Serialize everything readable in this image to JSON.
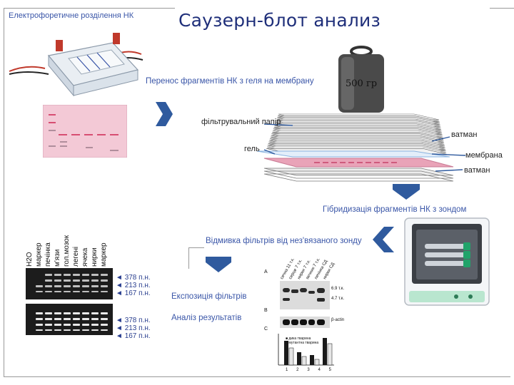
{
  "title": "Саузерн-блот анализ",
  "steps": {
    "electrophoresis": "Електрофоретичне розділення НК",
    "transfer": "Перенос фрагментів НК з геля на мембрану",
    "hybridization": "Гібридизація фрагментів НК з зондом",
    "wash": "Відмивка фільтрів від нез'вязаного зонду",
    "exposure": "Експозиція фільтрів",
    "analysis": "Аналіз результатів"
  },
  "blot_stack": {
    "weight": "500 гр",
    "filter_paper": "фільтрувальний папір",
    "whatman_top": "ватман",
    "membrane": "мембрана",
    "gel": "гель",
    "whatman_bottom": "ватман"
  },
  "gel_lanes": [
    "H2O",
    "маркер",
    "печінка",
    "м'язи",
    "гол.мозок",
    "легені",
    "ячека",
    "нирки",
    "маркер"
  ],
  "band_sizes_top": [
    "378 п.н.",
    "213 п.н.",
    "167 п.н."
  ],
  "band_sizes_bottom": [
    "378 п.н.",
    "213 п.н.",
    "167 п.н."
  ],
  "result_panel": {
    "lanes": [
      "сечна 11 т.к.",
      "серце 7 т.к.",
      "нирки 7 т.к.",
      "яєчник 7 т.к.",
      "печінка СД",
      "нирки СД"
    ],
    "top_marks": [
      "6.9 т.к.",
      "4.7 т.к."
    ],
    "actin_label": "β-actin",
    "panel_letters": [
      "A",
      "B",
      "C"
    ],
    "legend": [
      "дика тварина",
      "мутантна тварина"
    ],
    "x_ticks": [
      "1",
      "2",
      "3",
      "4",
      "5"
    ]
  },
  "colors": {
    "title": "#1f2f7a",
    "arrow": "#2f5a9e",
    "membrane_pink": "#e9a3b8",
    "gel_pink": "#f3c9d6"
  },
  "icons": [
    "weight-icon",
    "incubator-icon",
    "gel-box-icon",
    "flow-arrow-icon"
  ]
}
